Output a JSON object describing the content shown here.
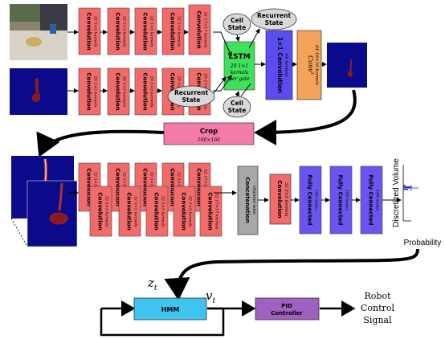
{
  "top": {
    "input_rgb_label": "",
    "conv_blocks": [
      {
        "title": "Convolution",
        "sub": "32 5×5 kernels"
      },
      {
        "title": "Convolution",
        "sub": "32 5×5 kernels"
      },
      {
        "title": "Convolution",
        "sub": "32 5×5 kernels"
      },
      {
        "title": "Convolution",
        "sub": "32 5×5 kernels"
      },
      {
        "title": "Convolution",
        "sub": "32 17×17 kernels"
      }
    ],
    "conv_blocks_bottom": [
      {
        "title": "Convolution",
        "sub": "20 5×5 kernels"
      },
      {
        "title": "Convolution",
        "sub": "20 5×5 kernels"
      },
      {
        "title": "Convolution",
        "sub": "20 5×5 kernels"
      },
      {
        "title": "Convolution",
        "sub": "20 5×5 kernels"
      },
      {
        "title": "Convolution",
        "sub": "20 17×17 kernels"
      }
    ],
    "lstm": {
      "title": "LSTM",
      "l1": "20 1×1",
      "l2": "kernels",
      "l3": "per gate"
    },
    "cell_state_top": "Cell State",
    "cell_state_bottom": "Cell State",
    "recurrent_state_top": "Recurrent State",
    "recurrent_state_bottom": "Recurrent State",
    "conv1x1": {
      "title": "1×1 Convolution",
      "sub": "64 kernels"
    },
    "convT": {
      "title": "Conv",
      "sup": "T",
      "sub": "64 16×16 kernels"
    }
  },
  "crop": {
    "title": "Crop",
    "sub": "160×160"
  },
  "bottom": {
    "conv_blocks": [
      {
        "title": "Convolution",
        "sub": "32 5×5 kernels"
      },
      {
        "title": "Convolution",
        "sub": "32 5×5 kernels"
      },
      {
        "title": "Convolution",
        "sub": "32 5×5 kernels"
      },
      {
        "title": "Convolution",
        "sub": "32 5×5 kernels"
      },
      {
        "title": "Convolution",
        "sub": "32 17×17 kernels"
      }
    ],
    "concat": {
      "title": "Concatenation",
      "sub": "channel-wise"
    },
    "conv_after": {
      "title": "Convolution",
      "sub": "32 5×5 kernels"
    },
    "fc": [
      {
        "title": "Fully Connected",
        "sub": "100 nodes"
      },
      {
        "title": "Fully Connected",
        "sub": "100 nodes"
      },
      {
        "title": "Fully Connected",
        "sub": "100 nodes"
      }
    ],
    "axis_y": "Discretized Volume",
    "axis_x": "Probability"
  },
  "control": {
    "z_label": "z",
    "z_sub": "t",
    "v_label": "v",
    "v_sub": "t",
    "hmm": "HMM",
    "pid_l1": "PID",
    "pid_l2": "Controller",
    "robot_l1": "Robot",
    "robot_l2": "Control",
    "robot_l3": "Signal"
  },
  "colors": {
    "conv": "#f26b6b",
    "lstm": "#3fe05a",
    "conv1x1": "#5a4cf0",
    "convT": "#f6a35a",
    "crop": "#f47aa8",
    "concat": "#a8a8a8",
    "fc": "#6a55f0",
    "hmm": "#3ec4ef",
    "pid": "#a060c0",
    "ellipse": "#d9d9d9",
    "image_bg": "#0a0a8a"
  }
}
